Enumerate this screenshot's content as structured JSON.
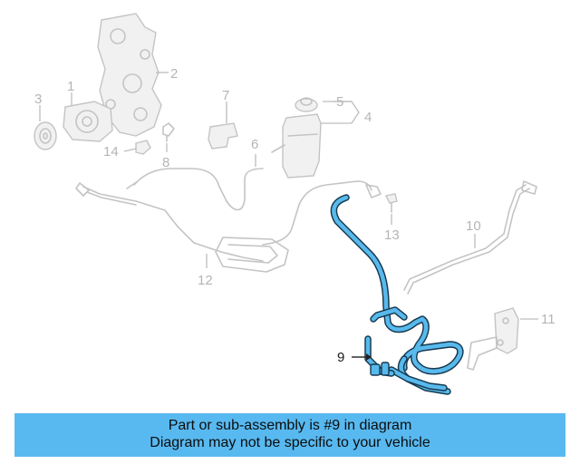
{
  "diagram": {
    "callouts": [
      "1",
      "2",
      "3",
      "4",
      "5",
      "6",
      "7",
      "8",
      "9",
      "10",
      "11",
      "12",
      "13",
      "14"
    ],
    "highlighted_part": "9"
  },
  "banner": {
    "line1": "Part or sub-assembly is #9 in diagram",
    "line2": "Diagram may not be specific to your vehicle",
    "color": "#58b9f0"
  },
  "colors": {
    "highlight": "#58b9ec",
    "highlight_outline": "#16394f",
    "ghost": "#c4c4c4"
  }
}
